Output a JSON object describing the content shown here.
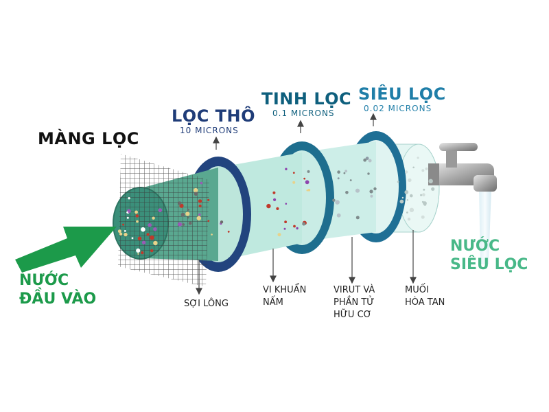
{
  "labels": {
    "membrane": "MÀNG LỌC",
    "stage1": {
      "title": "LỌC THÔ",
      "sub": "10 MICRONS"
    },
    "stage2": {
      "title": "TINH LỌC",
      "sub": "0.1 MICRONS"
    },
    "stage3": {
      "title": "SIÊU LỌC",
      "sub": "0.02 MICRONS"
    },
    "input": [
      "NƯỚC",
      "ĐẦU VÀO"
    ],
    "output": [
      "NƯỚC",
      "SIÊU LỌC"
    ],
    "items": {
      "fibers": [
        "SỢI LÔNG"
      ],
      "bacteria": [
        "VI KHUẨN",
        "NẤM"
      ],
      "virus": [
        "VIRUT VÀ",
        "PHẦN TỬ",
        "HỮU CƠ"
      ],
      "salt": [
        "MUỐI",
        "HÒA TAN"
      ]
    }
  },
  "colors": {
    "dark_text": "#111111",
    "navy": "#1f3c78",
    "teal": "#0e5f7d",
    "blue": "#1f7ea8",
    "green": "#1c9a4a",
    "light_green": "#48b888",
    "stage1_body": "#c4ece4",
    "stage2_body": "#cdeee8",
    "stage3_body": "#e4f6f3",
    "cylinder_front": "#3b8f7a"
  }
}
